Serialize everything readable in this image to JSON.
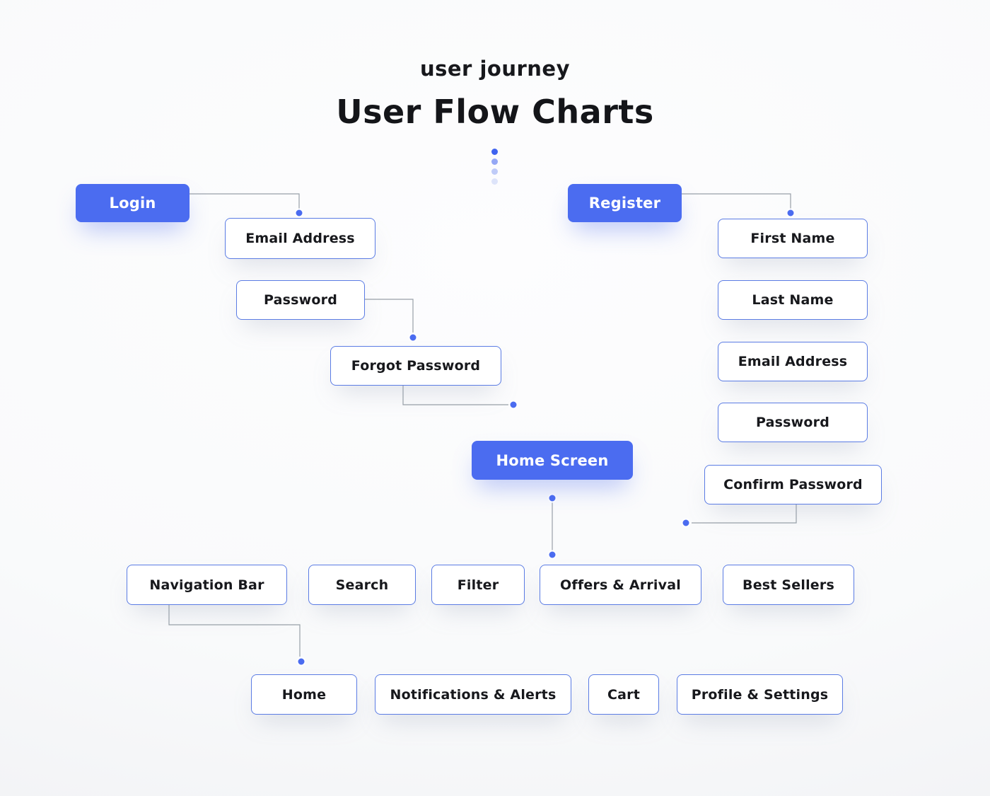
{
  "header": {
    "subtitle": "user journey",
    "title": "User Flow Charts"
  },
  "colors": {
    "primary_blue": "#4b6cf0",
    "box_border_blue": "#5b7ce4",
    "connector_gray": "#98a0a8",
    "dot_blue": "#4b6cf0",
    "text_dark": "#17181c",
    "background": "#f8f9fb"
  },
  "nodes": {
    "login": {
      "label": "Login",
      "variant": "primary"
    },
    "register": {
      "label": "Register",
      "variant": "primary"
    },
    "home_screen": {
      "label": "Home Screen",
      "variant": "primary"
    },
    "email_address_login": {
      "label": "Email Address",
      "variant": "outline"
    },
    "password_login": {
      "label": "Password",
      "variant": "outline"
    },
    "forgot_password": {
      "label": "Forgot Password",
      "variant": "outline"
    },
    "first_name": {
      "label": "First Name",
      "variant": "outline"
    },
    "last_name": {
      "label": "Last Name",
      "variant": "outline"
    },
    "email_address_register": {
      "label": "Email Address",
      "variant": "outline"
    },
    "password_register": {
      "label": "Password",
      "variant": "outline"
    },
    "confirm_password": {
      "label": "Confirm Password",
      "variant": "outline"
    },
    "navigation_bar": {
      "label": "Navigation Bar",
      "variant": "outline"
    },
    "search": {
      "label": "Search",
      "variant": "outline"
    },
    "filter": {
      "label": "Filter",
      "variant": "outline"
    },
    "offers_arrival": {
      "label": "Offers & Arrival",
      "variant": "outline"
    },
    "best_sellers": {
      "label": "Best Sellers",
      "variant": "outline"
    },
    "home": {
      "label": "Home",
      "variant": "outline"
    },
    "notifications_alerts": {
      "label": "Notifications & Alerts",
      "variant": "outline"
    },
    "cart": {
      "label": "Cart",
      "variant": "outline"
    },
    "profile_settings": {
      "label": "Profile & Settings",
      "variant": "outline"
    }
  },
  "edges": [
    {
      "from": "login",
      "to": "email_address_login"
    },
    {
      "from": "register",
      "to": "first_name"
    },
    {
      "from": "password_login",
      "to": "forgot_password"
    },
    {
      "from": "forgot_password",
      "to": "home_screen"
    },
    {
      "from": "home_screen",
      "to": "offers_arrival"
    },
    {
      "from": "confirm_password",
      "to": "home_screen"
    },
    {
      "from": "navigation_bar",
      "to": "home"
    }
  ]
}
